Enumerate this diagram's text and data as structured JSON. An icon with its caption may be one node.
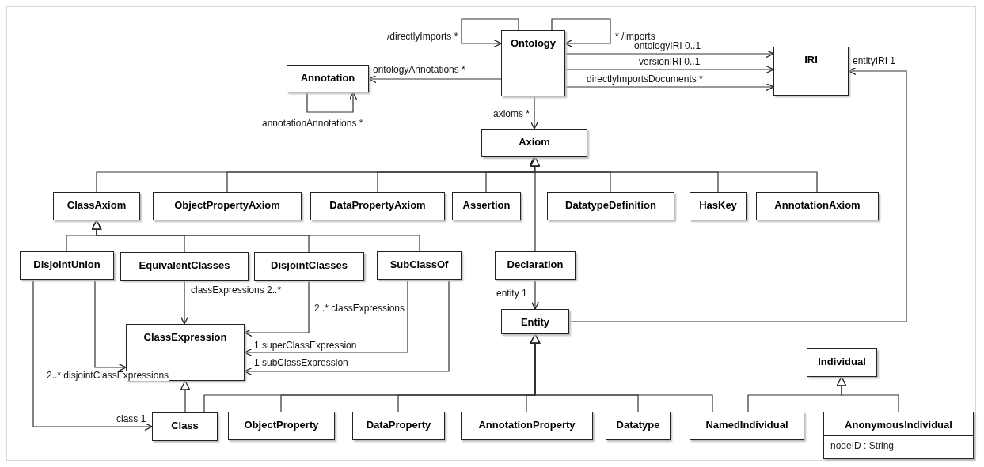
{
  "diagram": {
    "nodes": [
      {
        "text": [
          "Ontology"
        ]
      },
      {
        "text": [
          "Annotation"
        ]
      },
      {
        "text": [
          "IRI"
        ]
      },
      {
        "text": [
          "Axiom"
        ]
      },
      {
        "text": [
          "ClassAxiom"
        ]
      },
      {
        "text": [
          "ObjectPropertyAxiom"
        ]
      },
      {
        "text": [
          "DataPropertyAxiom"
        ]
      },
      {
        "text": [
          "Assertion"
        ]
      },
      {
        "text": [
          "DatatypeDefinition"
        ]
      },
      {
        "text": [
          "HasKey"
        ]
      },
      {
        "text": [
          "AnnotationAxiom"
        ]
      },
      {
        "text": [
          "DisjointUnion"
        ]
      },
      {
        "text": [
          "EquivalentClasses"
        ]
      },
      {
        "text": [
          "DisjointClasses"
        ]
      },
      {
        "text": [
          "SubClassOf"
        ]
      },
      {
        "text": [
          "Declaration"
        ]
      },
      {
        "text": [
          "ClassExpression"
        ]
      },
      {
        "text": [
          "Entity"
        ]
      },
      {
        "text": [
          "Individual"
        ]
      },
      {
        "text": [
          "Class"
        ]
      },
      {
        "text": [
          "ObjectProperty"
        ]
      },
      {
        "text": [
          "DataProperty"
        ]
      },
      {
        "text": [
          "AnnotationProperty"
        ]
      },
      {
        "text": [
          "Datatype"
        ]
      },
      {
        "text": [
          "NamedIndividual"
        ]
      },
      {
        "text": [
          "AnonymousIndividual",
          "nodeID : String"
        ]
      }
    ],
    "edges": [
      {
        "from": 0,
        "to": 0,
        "arrow": "to",
        "label": "/directlyImports *"
      },
      {
        "from": 0,
        "to": 0,
        "arrow": "to",
        "label": "* /imports"
      },
      {
        "from": 0,
        "to": 1,
        "arrow": "to",
        "label": "ontologyAnnotations *"
      },
      {
        "from": 1,
        "to": 1,
        "arrow": "to",
        "label": "annotationAnnotations *"
      },
      {
        "from": 0,
        "to": 2,
        "arrow": "to",
        "label": "ontologyIRI 0..1"
      },
      {
        "from": 0,
        "to": 2,
        "arrow": "to",
        "label": "versionIRI 0..1"
      },
      {
        "from": 0,
        "to": 2,
        "arrow": "to",
        "label": "directlyImportsDocuments *"
      },
      {
        "from": 0,
        "to": 3,
        "arrow": "to",
        "label": "axioms *"
      },
      {
        "from": 4,
        "to": 3,
        "arrow": "to"
      },
      {
        "from": 5,
        "to": 3,
        "arrow": "to"
      },
      {
        "from": 6,
        "to": 3,
        "arrow": "to"
      },
      {
        "from": 7,
        "to": 3,
        "arrow": "to"
      },
      {
        "from": 8,
        "to": 3,
        "arrow": "to"
      },
      {
        "from": 9,
        "to": 3,
        "arrow": "to"
      },
      {
        "from": 10,
        "to": 3,
        "arrow": "to"
      },
      {
        "from": 15,
        "to": 3,
        "arrow": "to"
      },
      {
        "from": 11,
        "to": 4,
        "arrow": "to"
      },
      {
        "from": 12,
        "to": 4,
        "arrow": "to"
      },
      {
        "from": 13,
        "to": 4,
        "arrow": "to"
      },
      {
        "from": 14,
        "to": 4,
        "arrow": "to"
      },
      {
        "from": 12,
        "to": 16,
        "arrow": "to",
        "label": "classExpressions 2..*"
      },
      {
        "from": 13,
        "to": 16,
        "arrow": "to",
        "label": "2..* classExpressions"
      },
      {
        "from": 14,
        "to": 16,
        "arrow": "to",
        "label": "1 superClassExpression"
      },
      {
        "from": 14,
        "to": 16,
        "arrow": "to",
        "label": "1 subClassExpression"
      },
      {
        "from": 11,
        "to": 16,
        "arrow": "to",
        "label": "2..* disjointClassExpressions"
      },
      {
        "from": 11,
        "to": 19,
        "arrow": "to",
        "label": "class 1"
      },
      {
        "from": 15,
        "to": 17,
        "arrow": "to",
        "label": "entity 1"
      },
      {
        "from": 17,
        "to": 2,
        "arrow": "to",
        "label": "entityIRI 1"
      },
      {
        "from": 19,
        "to": 16,
        "arrow": "to"
      },
      {
        "from": 19,
        "to": 17,
        "arrow": "to"
      },
      {
        "from": 20,
        "to": 17,
        "arrow": "to"
      },
      {
        "from": 21,
        "to": 17,
        "arrow": "to"
      },
      {
        "from": 22,
        "to": 17,
        "arrow": "to"
      },
      {
        "from": 23,
        "to": 17,
        "arrow": "to"
      },
      {
        "from": 24,
        "to": 17,
        "arrow": "to"
      },
      {
        "from": 24,
        "to": 18,
        "arrow": "to"
      },
      {
        "from": 25,
        "to": 18,
        "arrow": "to"
      }
    ]
  }
}
